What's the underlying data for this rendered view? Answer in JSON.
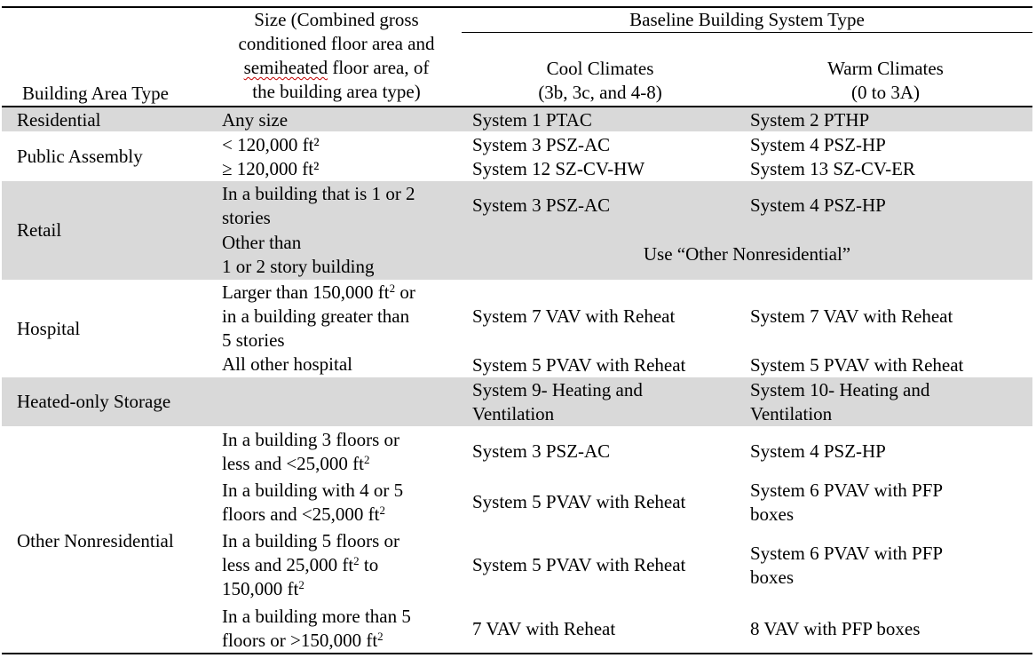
{
  "headers": {
    "area": "Building Area Type",
    "size_line1": "Size (Combined gross",
    "size_line2": "conditioned floor area and",
    "size_line3a": "semiheated",
    "size_line3b": " floor area, of",
    "size_line4": "the building area type)",
    "group": "Baseline Building System Type",
    "cool_line1": "Cool Climates",
    "cool_line2": "(3b, 3c, and 4-8)",
    "warm_line1": "Warm Climates",
    "warm_line2": "(0 to 3A)"
  },
  "rows": {
    "residential": {
      "area": "Residential",
      "size": "Any size",
      "cool": "System 1 PTAC",
      "warm": "System 2 PTHP"
    },
    "public": {
      "area": "Public Assembly",
      "size1": "< 120,000 ft²",
      "size2": "≥ 120,000 ft²",
      "cool1": "System 3 PSZ-AC",
      "cool2": "System 12 SZ-CV-HW",
      "warm1": "System 4 PSZ-HP",
      "warm2": "System 13 SZ-CV-ER"
    },
    "retail": {
      "area": "Retail",
      "size1_line1": "In a building that is 1 or 2",
      "size1_line2": "stories",
      "size2_line1": "Other than",
      "size2_line2": "1 or 2 story building",
      "cool1": "System 3 PSZ-AC",
      "warm1": "System 4 PSZ-HP",
      "merged": "Use “Other Nonresidential”"
    },
    "hospital": {
      "area": "Hospital",
      "size1_line1a": "Larger than 150,000 ft",
      "size1_line1b": " or",
      "size1_line2": "in a building greater than",
      "size1_line3": "5 stories",
      "size2": "All other hospital",
      "cool1": "System 7 VAV with Reheat",
      "warm1": "System 7 VAV with Reheat",
      "cool2": "System 5 PVAV with Reheat",
      "warm2": "System 5 PVAV with Reheat"
    },
    "storage": {
      "area": "Heated-only Storage",
      "cool_line1": "System 9- Heating and",
      "cool_line2": "Ventilation",
      "warm_line1": "System 10- Heating and",
      "warm_line2": "Ventilation"
    },
    "other": {
      "area": "Other Nonresidential",
      "s1_line1": "In a building 3 floors or",
      "s1_line2": "less and <25,000 ft",
      "s2_line1": "In a building with 4 or 5",
      "s2_line2": "floors and <25,000 ft",
      "s3_line1": "In a building 5 floors or",
      "s3_line2a": "less and 25,000 ft",
      "s3_line2b": " to",
      "s3_line3": "150,000 ft",
      "s4_line1": "In a building more than 5",
      "s4_line2": "floors or >150,000 ft",
      "cool1": "System 3 PSZ-AC",
      "warm1": "System 4 PSZ-HP",
      "cool2": "System 5 PVAV with Reheat",
      "warm2_line1": "System 6 PVAV with PFP",
      "warm2_line2": "boxes",
      "cool3": "System 5 PVAV with Reheat",
      "warm3_line1": "System 6 PVAV with PFP",
      "warm3_line2": "boxes",
      "cool4": "7 VAV with Reheat",
      "warm4": "8 VAV with PFP boxes"
    }
  },
  "superscript": "2"
}
